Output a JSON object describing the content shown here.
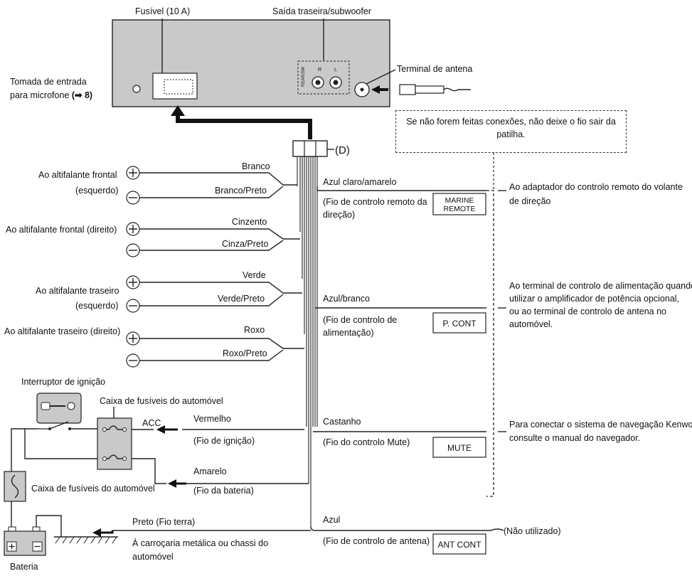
{
  "unit": {
    "fuse_label": "Fusível (10 A)",
    "rear_out_label": "Saída traseira/subwoofer",
    "antenna_terminal_label": "Terminal de antena",
    "mic_input_line1": "Tomada de entrada",
    "mic_input_line2": "para microfone",
    "mic_ref": "(➡ 8)",
    "rear_sw_tag": "REAR/SW",
    "r_tag": "R",
    "l_tag": "L",
    "connector_label": "(D)"
  },
  "note": "Se não forem feitas conexões, não deixe o fio sair da patilha.",
  "speakers": [
    {
      "target_line1": "Ao altifalante frontal",
      "target_line2": "(esquerdo)",
      "plus_wire": "Branco",
      "minus_wire": "Branco/Preto"
    },
    {
      "target_line1": "Ao altifalante frontal (direito)",
      "target_line2": "",
      "plus_wire": "Cinzento",
      "minus_wire": "Cinza/Preto"
    },
    {
      "target_line1": "Ao altifalante traseiro",
      "target_line2": "(esquerdo)",
      "plus_wire": "Verde",
      "minus_wire": "Verde/Preto"
    },
    {
      "target_line1": "Ao altifalante traseiro (direito)",
      "target_line2": "",
      "plus_wire": "Roxo",
      "minus_wire": "Roxo/Preto"
    }
  ],
  "right_wires": [
    {
      "color": "Azul claro/amarelo",
      "desc_line1": "(Fio de controlo remoto da",
      "desc_line2": "direção)",
      "box_line1": "MARINE",
      "box_line2": "REMOTE",
      "target_line1": "Ao adaptador do controlo remoto do volante",
      "target_line2": "de direção"
    },
    {
      "color": "Azul/branco",
      "desc_line1": "(Fio de controlo de",
      "desc_line2": "alimentação)",
      "box_line1": "P. CONT",
      "target_line1": "Ao terminal de controlo de alimentação quando",
      "target_line2": "utilizar o amplificador de potência opcional,",
      "target_line3": "ou ao terminal de controlo de antena no",
      "target_line4": "automóvel."
    },
    {
      "color": "Castanho",
      "desc_line1": "(Fio do controlo Mute)",
      "box_line1": "MUTE",
      "target_line1": "Para conectar o sistema de navegação Kenwood,",
      "target_line2": "consulte o manual do navegador."
    },
    {
      "color": "Azul",
      "desc_line1": "(Fio de controlo de antena)",
      "box_line1": "ANT CONT",
      "target_line1": "(Não utilizado)"
    }
  ],
  "power": {
    "ignition_switch": "Interruptor de ignição",
    "fuse_box_top": "Caixa de fusíveis do automóvel",
    "fuse_box_left": "Caixa de fusíveis do automóvel",
    "acc": "ACC",
    "red_wire": "Vermelho",
    "red_desc": "(Fio de ignição)",
    "yellow_wire": "Amarelo",
    "yellow_desc": "(Fio da bateria)",
    "black_wire": "Preto (Fio terra)",
    "ground_desc_line1": "À carroçaria metálica ou chassi do",
    "ground_desc_line2": "automóvel",
    "battery": "Bateria"
  }
}
